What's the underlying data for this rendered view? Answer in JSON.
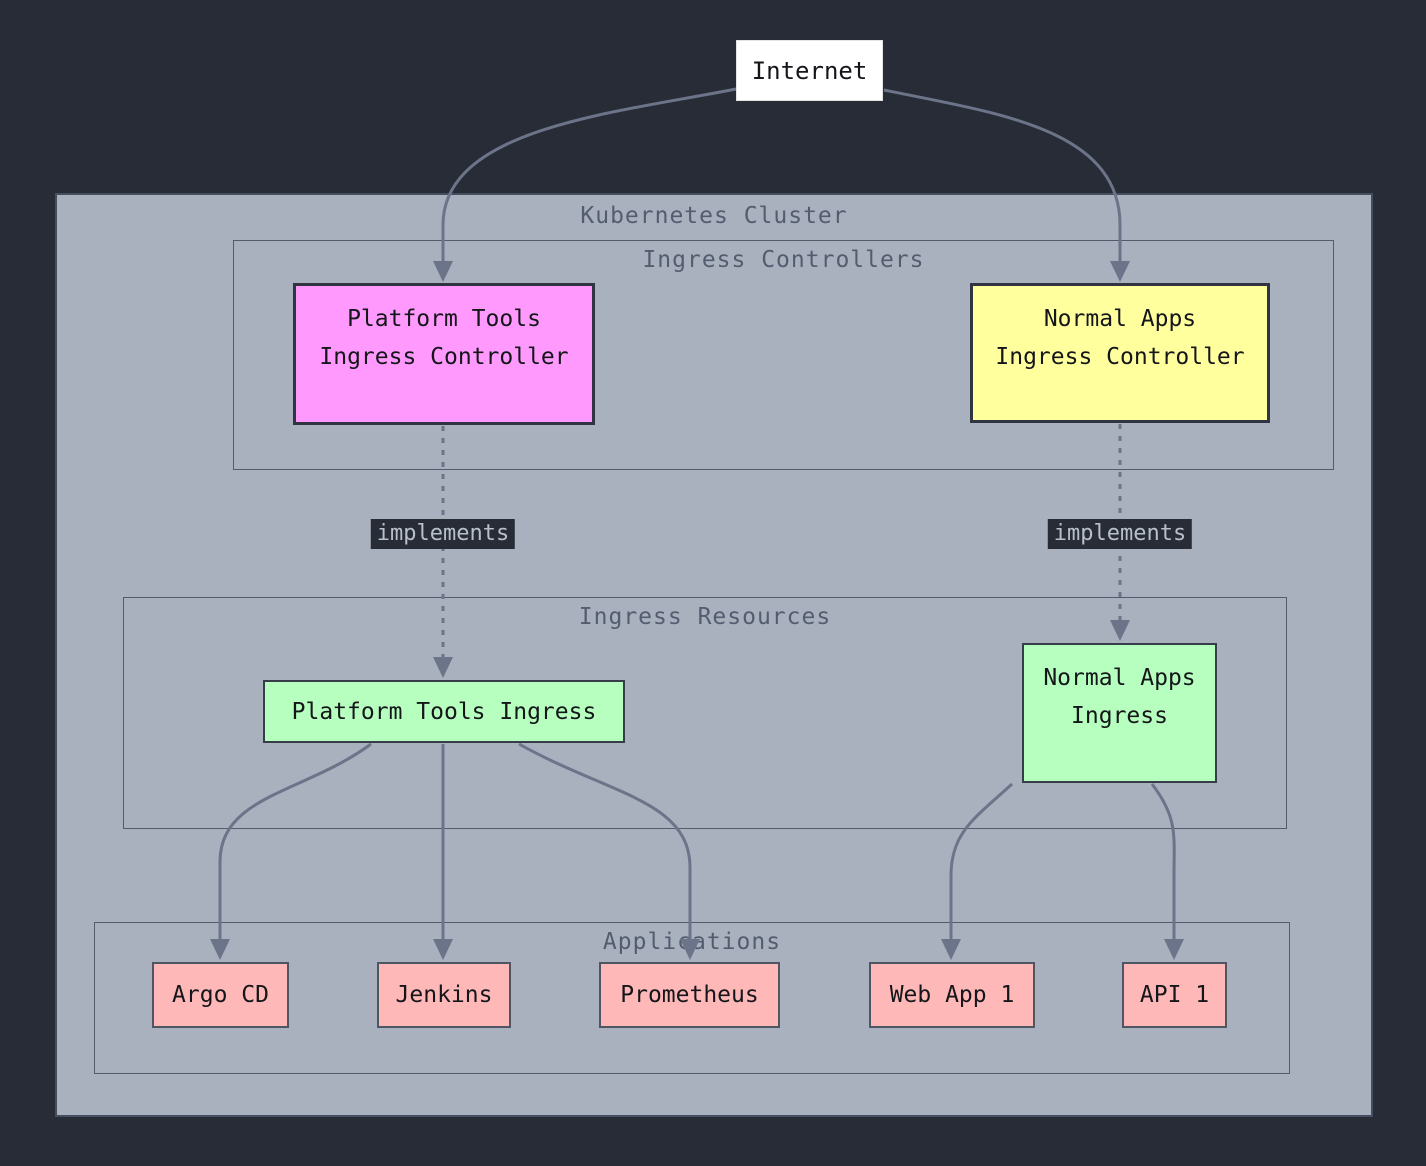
{
  "diagram": {
    "internet": {
      "label": "Internet"
    },
    "cluster": {
      "label": "Kubernetes Cluster"
    },
    "groups": {
      "ingress_controllers": {
        "label": "Ingress Controllers"
      },
      "ingress_resources": {
        "label": "Ingress Resources"
      },
      "applications": {
        "label": "Applications"
      }
    },
    "nodes": {
      "platform_controller": {
        "lines": [
          "Platform Tools",
          "Ingress Controller"
        ],
        "fill": "#ff99fd"
      },
      "normal_controller": {
        "lines": [
          "Normal Apps",
          "Ingress Controller"
        ],
        "fill": "#ffff9e"
      },
      "platform_ingress": {
        "label": "Platform Tools Ingress",
        "fill": "#b6ffbe"
      },
      "normal_ingress": {
        "lines": [
          "Normal Apps",
          "Ingress"
        ],
        "fill": "#b6ffbe"
      },
      "argo_cd": {
        "label": "Argo CD",
        "fill": "#ffb8b8"
      },
      "jenkins": {
        "label": "Jenkins",
        "fill": "#ffb8b8"
      },
      "prometheus": {
        "label": "Prometheus",
        "fill": "#ffb8b8"
      },
      "web_app_1": {
        "label": "Web App 1",
        "fill": "#ffb8b8"
      },
      "api_1": {
        "label": "API 1",
        "fill": "#ffb8b8"
      }
    },
    "edge_labels": {
      "implements_left": "implements",
      "implements_right": "implements"
    },
    "colors": {
      "background": "#272c36",
      "cluster_fill": "#aab1be",
      "cluster_border": "#454e5f",
      "subcluster_border": "#525c6f",
      "group_label_text": "#535d70",
      "edge": "#6b7488",
      "edge_label_bg": "#272c36",
      "edge_label_text": "#b9c0cb",
      "node_text": "#14161a",
      "internet_fill": "#ffffff"
    }
  }
}
